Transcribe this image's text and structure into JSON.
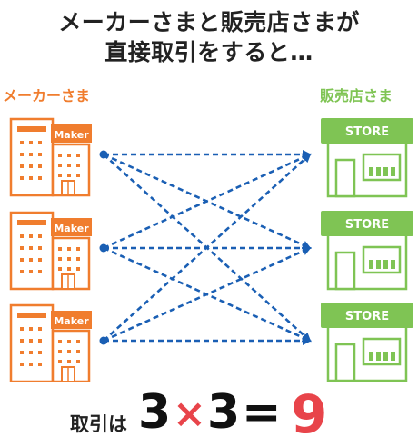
{
  "title": {
    "line1": "メーカーさまと販売店さまが",
    "line2": "直接取引をすると…"
  },
  "makers": {
    "label": "メーカーさま",
    "sign_text": "Maker",
    "count": 3,
    "color": "#f07d2e"
  },
  "stores": {
    "label": "販売店さま",
    "sign_text": "STORE",
    "count": 3,
    "color": "#7fc454"
  },
  "connections": {
    "color": "#1a5fb4",
    "style": "dashed",
    "pairs": [
      [
        0,
        0
      ],
      [
        0,
        1
      ],
      [
        0,
        2
      ],
      [
        1,
        0
      ],
      [
        1,
        1
      ],
      [
        1,
        2
      ],
      [
        2,
        0
      ],
      [
        2,
        1
      ],
      [
        2,
        2
      ]
    ]
  },
  "formula": {
    "label": "取引は",
    "a": "3",
    "times": "×",
    "b": "3",
    "equals": "=",
    "result": "9"
  }
}
